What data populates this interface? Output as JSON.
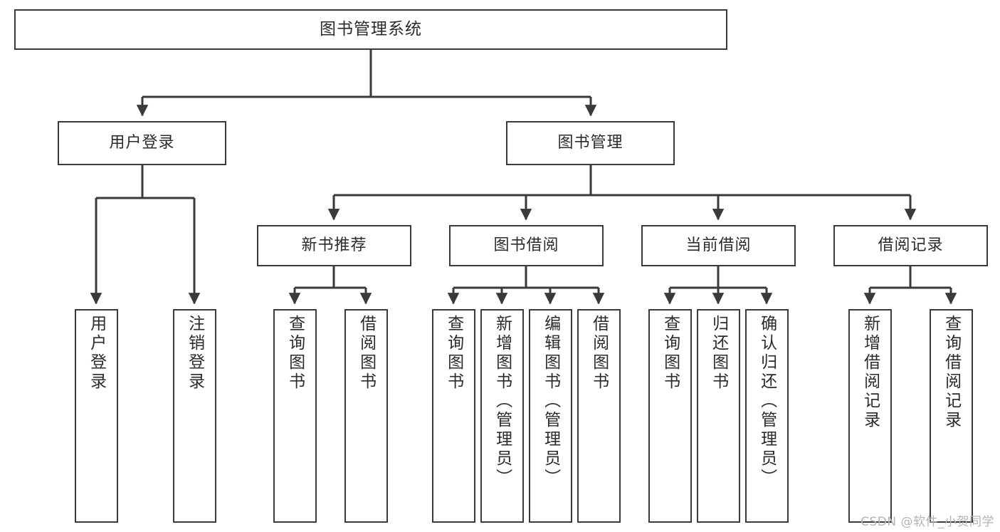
{
  "diagram": {
    "title": "图书管理系统",
    "type": "tree-hierarchy",
    "orientation": "top-down",
    "colors": {
      "box_border": "#3a3a3a",
      "box_fill": "#ffffff",
      "edge": "#3a3a3a",
      "text": "#2b2b2b",
      "watermark": "#b4b4b4",
      "background": "#ffffff"
    }
  },
  "root": {
    "label": "图书管理系统"
  },
  "level1": [
    {
      "label": "用户登录"
    },
    {
      "label": "图书管理"
    }
  ],
  "level2": [
    {
      "label": "新书推荐"
    },
    {
      "label": "图书借阅"
    },
    {
      "label": "当前借阅"
    },
    {
      "label": "借阅记录"
    }
  ],
  "leaves": {
    "user_login": [
      {
        "label": "用户登录"
      },
      {
        "label": "注销登录"
      }
    ],
    "new_book_recommend": [
      {
        "label": "查询图书"
      },
      {
        "label": "借阅图书"
      }
    ],
    "book_borrow": [
      {
        "label": "查询图书"
      },
      {
        "label": "新增图书（管理员）"
      },
      {
        "label": "编辑图书（管理员）"
      },
      {
        "label": "借阅图书"
      }
    ],
    "current_borrow": [
      {
        "label": "查询图书"
      },
      {
        "label": "归还图书"
      },
      {
        "label": "确认归还（管理员）"
      }
    ],
    "borrow_record": [
      {
        "label": "新增借阅记录"
      },
      {
        "label": "查询借阅记录"
      }
    ]
  },
  "watermark": {
    "text": "CSDN @软件_小贺同学"
  }
}
